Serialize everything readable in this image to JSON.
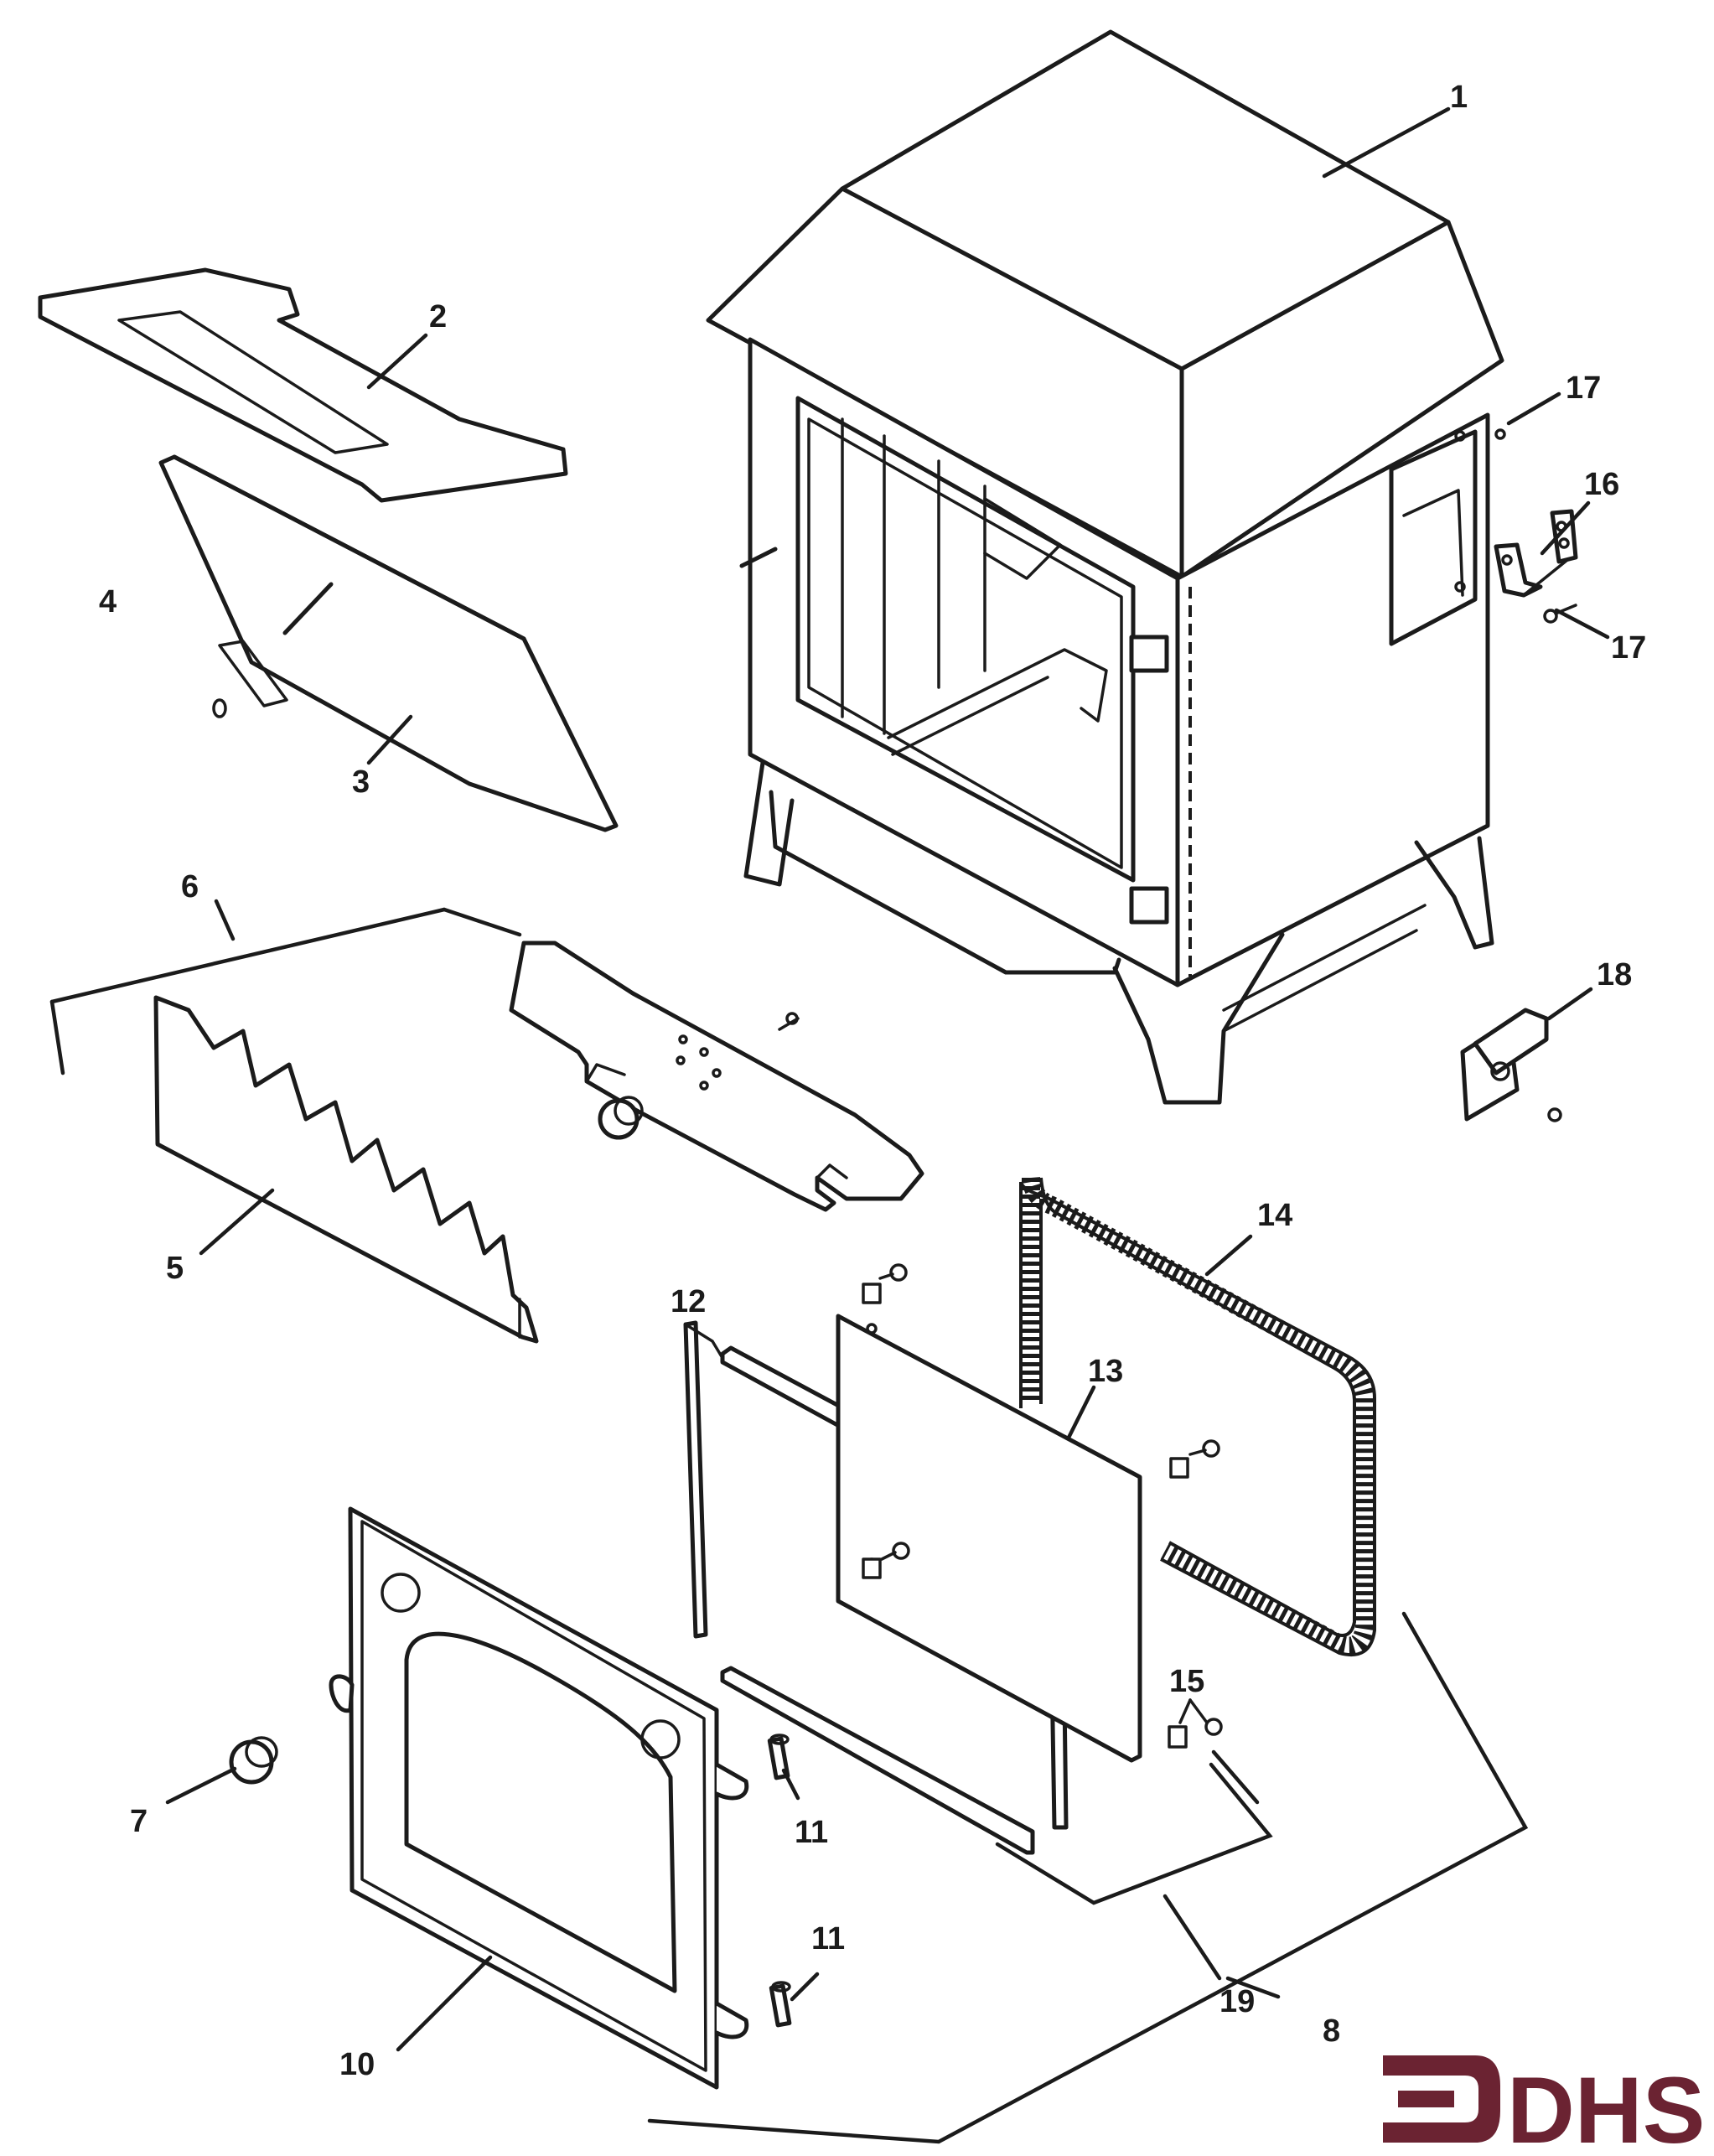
{
  "labels": {
    "p1": "1",
    "p2": "2",
    "p3": "3",
    "p4": "4",
    "p5": "5",
    "p6": "6",
    "p7": "7",
    "p8": "8",
    "p10": "10",
    "p11a": "11",
    "p11b": "11",
    "p12": "12",
    "p13": "13",
    "p14": "14",
    "p15": "15",
    "p16": "16",
    "p17a": "17",
    "p17b": "17",
    "p18": "18",
    "p19": "19"
  },
  "logo": {
    "text": "DHS",
    "color": "#6b2332"
  },
  "colors": {
    "line": "#1b1b1b",
    "background": "#ffffff"
  }
}
